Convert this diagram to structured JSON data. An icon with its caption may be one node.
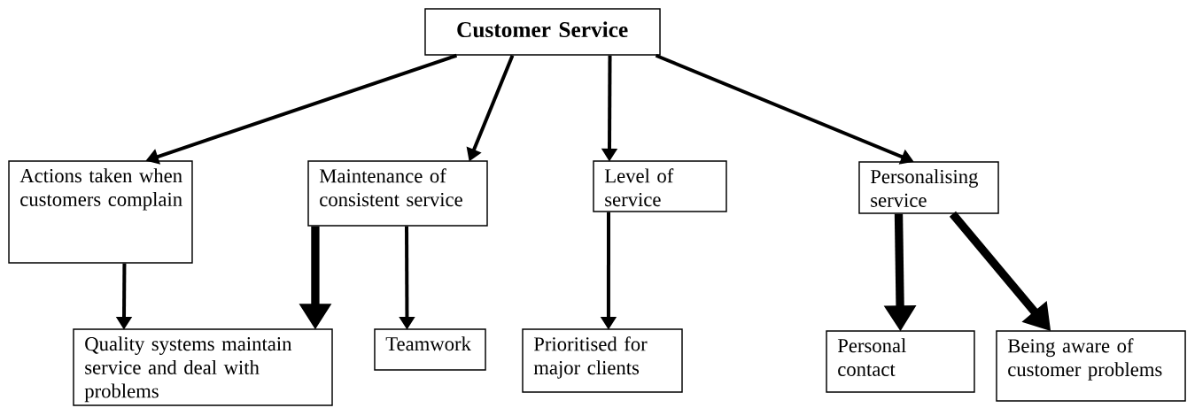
{
  "diagram": {
    "nodes": [
      {
        "text": [
          "Customer Service"
        ]
      },
      {
        "text": [
          "Actions taken when customers complain"
        ]
      },
      {
        "text": [
          "Maintenance of consistent service"
        ]
      },
      {
        "text": [
          "Level of service"
        ]
      },
      {
        "text": [
          "Personalising service"
        ]
      },
      {
        "text": [
          "Quality systems maintain service and deal with problems"
        ]
      },
      {
        "text": [
          "Teamwork"
        ]
      },
      {
        "text": [
          "Prioritised for major clients"
        ]
      },
      {
        "text": [
          "Personal contact"
        ]
      },
      {
        "text": [
          "Being aware of customer problems"
        ]
      }
    ],
    "edges": [
      {
        "from": 0,
        "to": 1,
        "arrow": "to"
      },
      {
        "from": 0,
        "to": 2,
        "arrow": "to"
      },
      {
        "from": 0,
        "to": 3,
        "arrow": "to"
      },
      {
        "from": 0,
        "to": 4,
        "arrow": "to"
      },
      {
        "from": 1,
        "to": 5,
        "arrow": "to"
      },
      {
        "from": 2,
        "to": 5,
        "arrow": "to",
        "style": "thick"
      },
      {
        "from": 2,
        "to": 6,
        "arrow": "to"
      },
      {
        "from": 3,
        "to": 7,
        "arrow": "to"
      },
      {
        "from": 4,
        "to": 8,
        "arrow": "to",
        "style": "thick"
      },
      {
        "from": 4,
        "to": 9,
        "arrow": "to",
        "style": "thick"
      }
    ]
  }
}
